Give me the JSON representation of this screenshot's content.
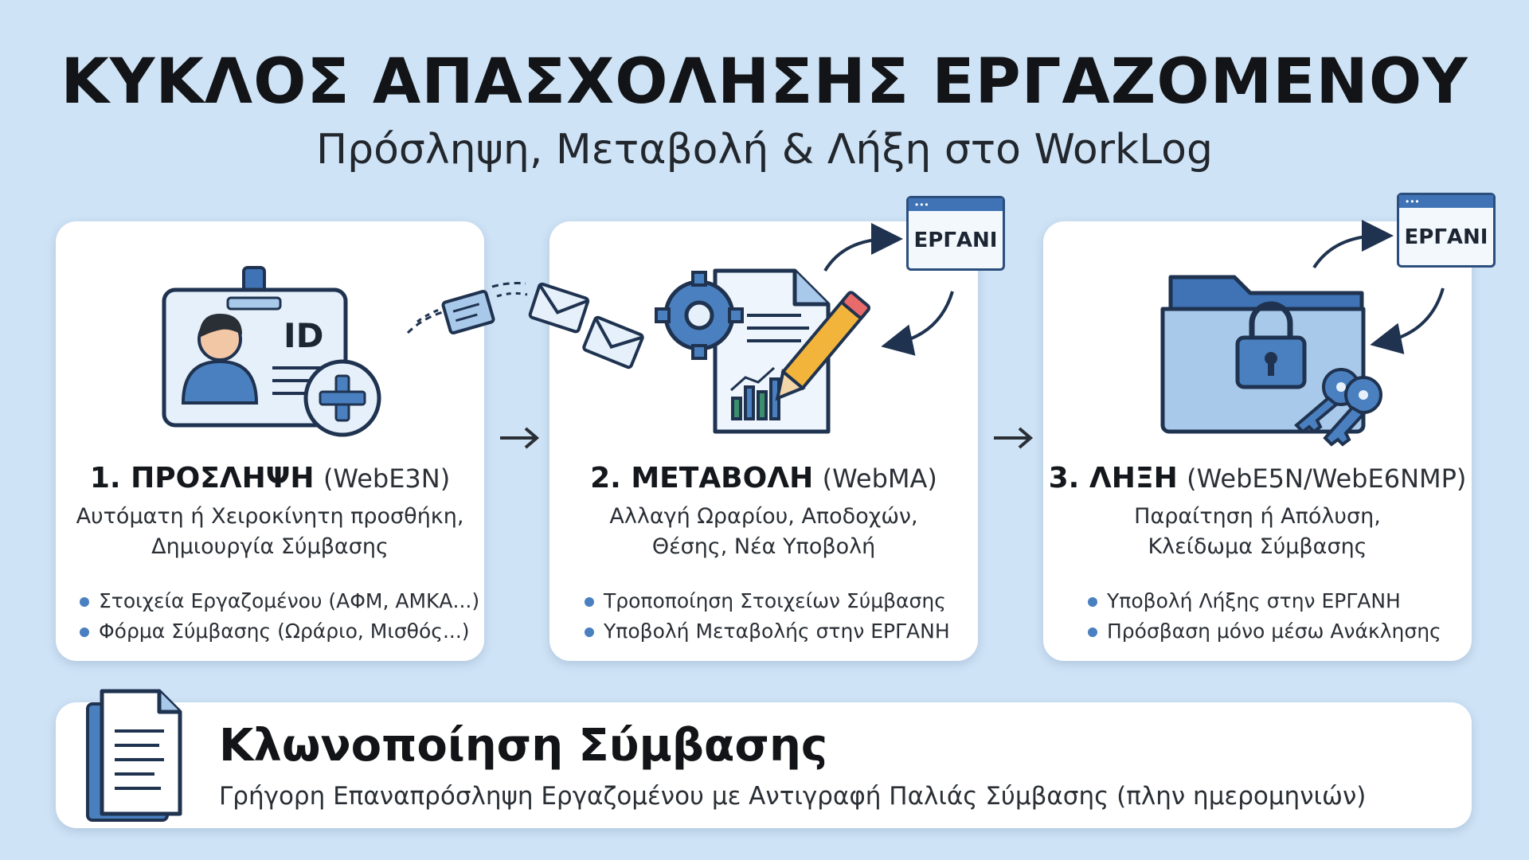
{
  "header": {
    "title": "ΚΥΚΛΟΣ ΑΠΑΣΧΟΛΗΣΗΣ ΕΡΓΑΖΟΜΕΝΟΥ",
    "subtitle": "Πρόσληψη, Μεταβολή & Λήξη στο WorkLog"
  },
  "steps": [
    {
      "number_title": "1. ΠΡΟΣΛΗΨΗ",
      "code": "(WebE3N)",
      "description": [
        "Αυτόματη ή Χειροκίνητη προσθήκη,",
        "Δημιουργία Σύμβασης"
      ],
      "bullets": [
        "Στοιχεία Εργαζομένου (ΑΦΜ, ΑΜΚΑ...)",
        "Φόρμα Σύμβασης (Ωράριο, Μισθός...)"
      ],
      "badge_text": "ID",
      "icon": "id-card-add-icon"
    },
    {
      "number_title": "2. ΜΕΤΑΒΟΛΗ",
      "code": "(WebMA)",
      "description": [
        "Αλλαγή Ωραρίου, Αποδοχών,",
        "Θέσης, Νέα Υποβολή"
      ],
      "bullets": [
        "Τροποποίηση Στοιχείων Σύμβασης",
        "Υποβολή Μεταβολής στην ΕΡΓΑΝΗ"
      ],
      "icon": "document-gear-pencil-icon"
    },
    {
      "number_title": "3. ΛΗΞΗ",
      "code": "(WebE5N/WebE6NMP)",
      "description": [
        "Παραίτηση ή Απόλυση,",
        "Κλείδωμα Σύμβασης"
      ],
      "bullets": [
        "Υποβολή Λήξης στην ΕΡΓΑΝΗ",
        "Πρόσβαση μόνο μέσω Ανάκλησης"
      ],
      "icon": "locked-folder-keys-icon"
    }
  ],
  "ergani_label": "ΕΡΓΑΝΙ",
  "clone": {
    "title": "Κλωνοποίηση Σύμβασης",
    "text": "Γρήγορη Επαναπρόσληψη Εργαζομένου με Αντιγραφή Παλιάς Σύμβασης (πλην ημερομηνιών)",
    "icon": "document-copy-icon"
  },
  "colors": {
    "background": "#cfe3f6",
    "accent_blue": "#4a80bf",
    "dark_blue": "#2b4e7d",
    "light_blue": "#a9c9ea"
  }
}
